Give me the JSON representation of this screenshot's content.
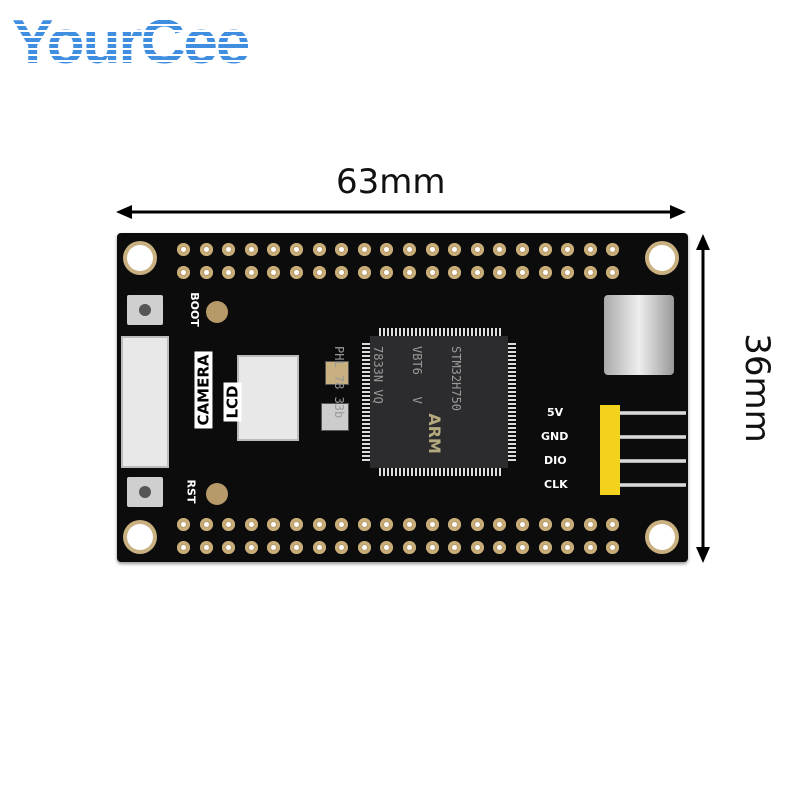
{
  "logo": {
    "text": "YourCee",
    "color": "#3f8ee0"
  },
  "dimensions": {
    "width_label": "63mm",
    "height_label": "36mm"
  },
  "board": {
    "color": "#0c0c0c",
    "silkscreen": {
      "boot": "BOOT",
      "rst": "RST",
      "camera": "CAMERA",
      "lcd": "LCD"
    },
    "pin_labels": [
      "5V",
      "GND",
      "DIO",
      "CLK"
    ],
    "chip": {
      "lines": [
        "STM32H750",
        "VBT6   V",
        "7833N VQ",
        "PHL 78 33b"
      ],
      "brand": "ARM"
    }
  }
}
